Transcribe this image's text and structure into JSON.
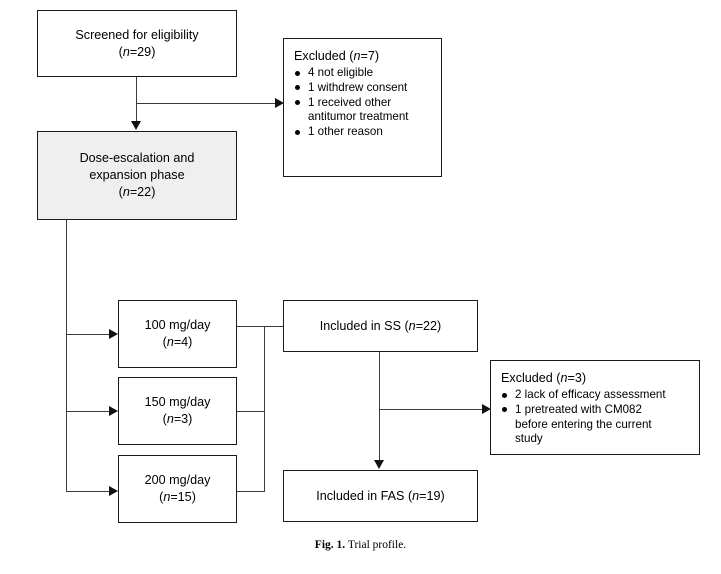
{
  "figure": {
    "caption_label": "Fig. 1.",
    "caption_text": "Trial profile.",
    "shaded_fill": "#efefef",
    "line_color": "#3b3b3b",
    "border_color": "#1a1a1a"
  },
  "nodes": {
    "screened": {
      "title": "Screened for eligibility",
      "count": "(n=29)"
    },
    "excluded_screening": {
      "heading": "Excluded (n=7)",
      "items": [
        "4 not eligible",
        "1 withdrew consent",
        "1 received other",
        "1 other reason"
      ],
      "item_continuations": {
        "2": "antitumor treatment"
      }
    },
    "phase": {
      "title_line1": "Dose-escalation and",
      "title_line2": "expansion phase",
      "count": "(n=22)"
    },
    "dose_100": {
      "title": "100 mg/day",
      "count": "(n=4)"
    },
    "dose_150": {
      "title": "150 mg/day",
      "count": "(n=3)"
    },
    "dose_200": {
      "title": "200 mg/day",
      "count": "(n=15)"
    },
    "included_ss": {
      "title": "Included in SS (n=22)"
    },
    "excluded_fas": {
      "heading": "Excluded (n=3)",
      "items": [
        "2 lack of efficacy assessment",
        "1 pretreated with CM082"
      ],
      "item_continuations": {
        "1a": "before entering the current",
        "1b": "study"
      }
    },
    "included_fas": {
      "title": "Included in FAS (n=19)"
    }
  }
}
